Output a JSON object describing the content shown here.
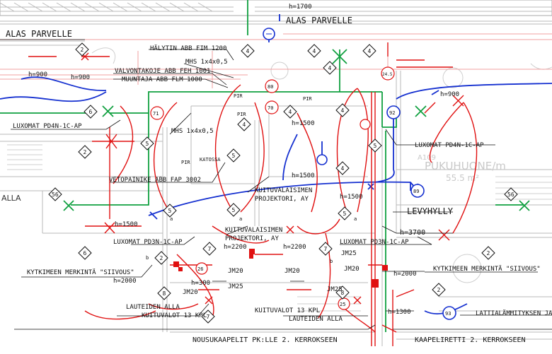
{
  "labels": {
    "alas_parvelle_left": "ALAS PARVELLE",
    "alas_parvelle_top": "ALAS PARVELLE",
    "h1700": "h=1700",
    "halytin": "HÄLYTIN ABB FIM 1200",
    "mhs_top": "MHS 1x4x0,5",
    "valvontakoje": "VALVONTAKOJE ABB FEH 1001",
    "muuntaja": "MUUNTAJA ABB FLM 1000",
    "h900_a": "h=900",
    "h900_b": "h=900",
    "h900_right": "h=900",
    "luxomat_left": "LUXOMAT PD4N-1C-AP",
    "mhs_mid": "MHS 1x4x0,5",
    "pir_1": "PIR",
    "pir_2": "PIR",
    "pir_3": "PIR",
    "pir_4": "PIR",
    "katossa": "KATOSSA",
    "h1500_a": "h=1500",
    "h1500_b": "h=1500",
    "h1500_c": "h=1500",
    "h1500_d": "h=1500",
    "luxomat_right": "LUXOMAT PD4N-1C-AP",
    "vetopainike": "VETOPAINIKE ABB FAP 3002",
    "kuituvalaisimen_top_1": "KUITUVALAISIMEN",
    "kuituvalaisimen_top_2": "PROJEKTORI, AY",
    "levyhylly": "LEVYHYLLY",
    "h3700": "h=3700",
    "luxomat_pd3n_left": "LUXOMAT PD3N-1C-AP",
    "kuituvalaisimen_mid_1": "KUITUVALAISIMEN",
    "kuituvalaisimen_mid_2": "PROJEKTORI, AY",
    "luxomat_pd3n_right": "LUXOMAT PD3N-1C-AP",
    "h2200_a": "h=2200",
    "h2200_b": "h=2200",
    "kytkimeen_left": "KYTKIMEEN MERKINTÄ \"SIIVOUS\"",
    "kytkimeen_right": "KYTKIMEEN MERKINTÄ \"SIIVOUS\"",
    "h2000_left": "h=2000",
    "h2000_right": "h=2000",
    "jm20_a": "JM20",
    "jm20_b": "JM20",
    "jm20_c": "JM20",
    "jm20_d": "JM20",
    "jm25_a": "JM25",
    "jm25_b": "JM25",
    "jm25_c": "JM25",
    "h300": "h=300",
    "h1300": "h=1300",
    "lauteiden_left": "LAUTEIDEN ALLA",
    "kuituvalot_left": "KUITUVALOT 13 KPL",
    "kuituvalot_right": "KUITUVALOT 13 KPL",
    "lauteiden_right": "LAUTEIDEN ALLA",
    "lattialammitys": "LATTIALÄMMITYKSEN JAK",
    "nousukaapelit": "NOUSUKAAPELIT PK:LLE 2. KERROKSEEN",
    "kaapeliretti": "KAAPELIRETTI 2. KERROKSEEN",
    "a_left": "a",
    "b_left": "b",
    "a_mid": "a",
    "b_right": "b",
    "a_right": "a"
  },
  "circle_tags": {
    "c80": "80",
    "c70": "70",
    "c71": "71",
    "c26": "26",
    "c25": "25",
    "c92": "92",
    "c89": "89",
    "c93": "93",
    "c24": "24.5"
  },
  "diamond_tags": [
    "2",
    "2",
    "2",
    "4",
    "4",
    "4",
    "4",
    "4",
    "4",
    "4",
    "4",
    "5",
    "5",
    "5",
    "5",
    "5",
    "5",
    "6",
    "6",
    "7",
    "7",
    "7",
    "8",
    "8",
    "56",
    "56",
    "2",
    "2"
  ],
  "background": {
    "ghost_1": "ALLA",
    "ghost_2": "PUKUHUONE/m",
    "ghost_3": "55.5 m²",
    "ghost_4": "A109"
  },
  "colors": {
    "red": "#e01010",
    "blue": "#1530d0",
    "green": "#10a040",
    "pink": "#f0a0a0"
  }
}
